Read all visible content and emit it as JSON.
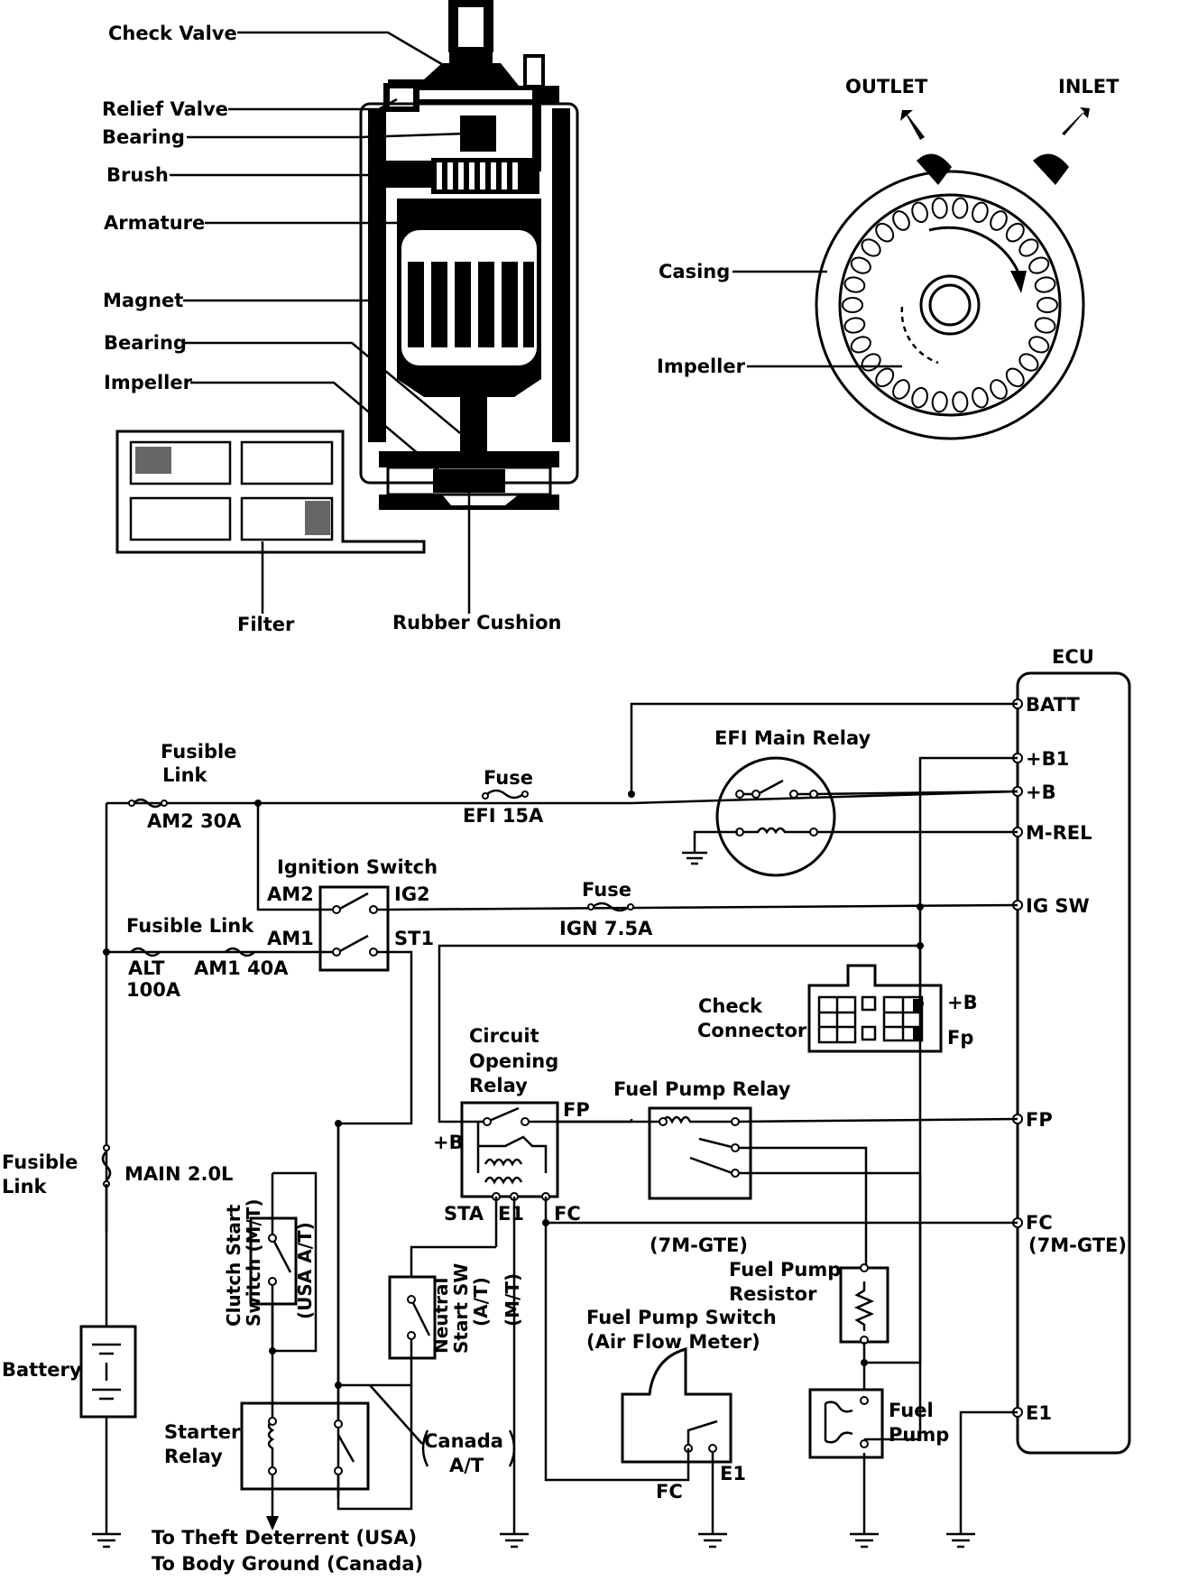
{
  "pump_labels": {
    "check_valve": "Check Valve",
    "relief_valve": "Relief Valve",
    "bearing_top": "Bearing",
    "brush": "Brush",
    "armature": "Armature",
    "magnet": "Magnet",
    "bearing_bottom": "Bearing",
    "impeller": "Impeller",
    "filter": "Filter",
    "rubber_cushion": "Rubber Cushion"
  },
  "impeller_diagram": {
    "outlet": "OUTLET",
    "inlet": "INLET",
    "casing": "Casing",
    "impeller": "Impeller"
  },
  "circuit": {
    "ecu": "ECU",
    "ecu_pins": [
      "BATT",
      "+B1",
      "+B",
      "M-REL",
      "IG SW",
      "FP",
      "FC",
      "(7M-GTE)",
      "E1"
    ],
    "fusible_link_top_1": "Fusible",
    "fusible_link_top_2": "Link",
    "am2_30a": "AM2 30A",
    "fuse_efi_label": "Fuse",
    "fuse_efi_value": "EFI 15A",
    "efi_main_relay": "EFI Main Relay",
    "ignition_switch": "Ignition Switch",
    "am2": "AM2",
    "ig2": "IG2",
    "am1": "AM1",
    "st1": "ST1",
    "fuse_ign_label": "Fuse",
    "fuse_ign_value": "IGN 7.5A",
    "fusible_link_mid": "Fusible Link",
    "alt": "ALT",
    "alt_100a": "100A",
    "am1_40a": "AM1 40A",
    "check_connector_1": "Check",
    "check_connector_2": "Connector",
    "cc_plus_b": "+B",
    "cc_fp": "Fp",
    "circuit_opening_relay_1": "Circuit",
    "circuit_opening_relay_2": "Opening",
    "circuit_opening_relay_3": "Relay",
    "cor_plus_b": "+B",
    "cor_fp": "FP",
    "cor_sta": "STA",
    "cor_e1": "E1",
    "cor_fc": "FC",
    "fuel_pump_relay": "Fuel Pump Relay",
    "fusible_link_main_1": "Fusible",
    "fusible_link_main_2": "Link",
    "main_20l": "MAIN 2.0L",
    "clutch_start_1": "Clutch Start",
    "clutch_start_2": "Switch (M/T)",
    "usa_at": "(USA A/T)",
    "neutral_start_1": "Neutral",
    "neutral_start_2": "Start SW",
    "neutral_start_3": "(A/T)",
    "neutral_mt": "(M/T)",
    "seven_mgte": "(7M-GTE)",
    "fuel_pump_resistor_1": "Fuel Pump",
    "fuel_pump_resistor_2": "Resistor",
    "fuel_pump_switch_1": "Fuel Pump Switch",
    "fuel_pump_switch_2": "(Air Flow Meter)",
    "battery": "Battery",
    "starter_relay_1": "Starter",
    "starter_relay_2": "Relay",
    "canada_at_1": "Canada",
    "canada_at_2": "A/T",
    "fps_fc": "FC",
    "fps_e1": "E1",
    "fuel_pump_1": "Fuel",
    "fuel_pump_2": "Pump",
    "theft_1": "To Theft Deterrent (USA)",
    "theft_2": "To Body Ground (Canada)"
  }
}
